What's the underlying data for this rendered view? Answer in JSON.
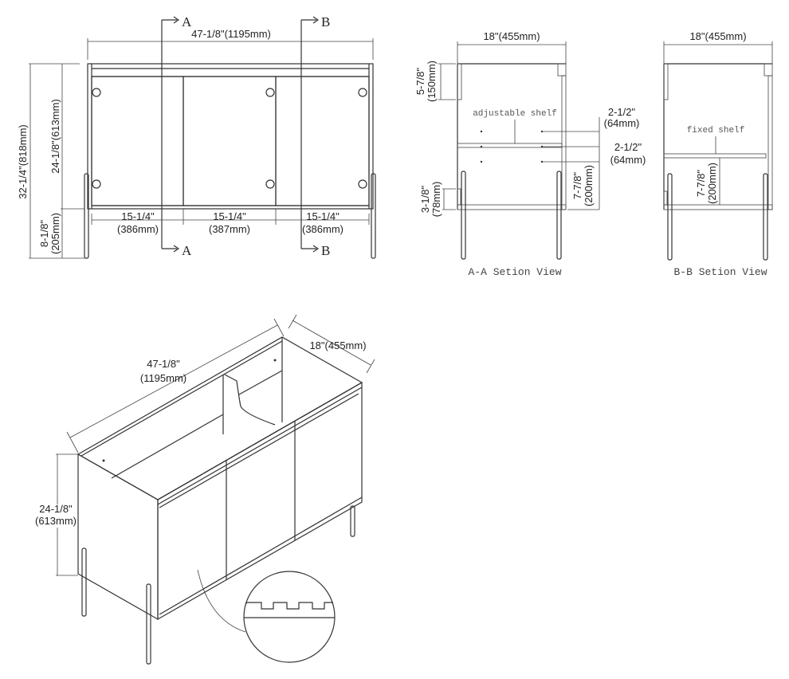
{
  "front_view": {
    "overall_width": "47-1/8\"(1195mm)",
    "overall_height": "32-1/4\"(818mm)",
    "cabinet_height": "24-1/8\"(613mm)",
    "leg_height_in": "8-1/8\"",
    "leg_height_mm": "(205mm)",
    "section_a": "A",
    "section_b": "B",
    "door_widths": [
      {
        "in": "15-1/4\"",
        "mm": "(386mm)"
      },
      {
        "in": "15-1/4\"",
        "mm": "(387mm)"
      },
      {
        "in": "15-1/4\"",
        "mm": "(386mm)"
      }
    ]
  },
  "section_a": {
    "depth": "18\"(455mm)",
    "top_rail_in": "5-7/8\"",
    "top_rail_mm": "(150mm)",
    "shelf_label": "adjustable shelf",
    "spacing1_in": "2-1/2\"",
    "spacing1_mm": "(64mm)",
    "spacing2_in": "2-1/2\"",
    "spacing2_mm": "(64mm)",
    "shelf_height_in": "7-7/8\"",
    "shelf_height_mm": "(200mm)",
    "leg_bracket_in": "3-1/8\"",
    "leg_bracket_mm": "(78mm)",
    "caption": "A-A Setion View"
  },
  "section_b": {
    "depth": "18\"(455mm)",
    "shelf_label": "fixed shelf",
    "shelf_height_in": "7-7/8\"",
    "shelf_height_mm": "(200mm)",
    "caption": "B-B Setion View"
  },
  "iso_view": {
    "width_in": "47-1/8\"",
    "width_mm": "(1195mm)",
    "depth": "18\"(455mm)",
    "height_in": "24-1/8\"",
    "height_mm": "(613mm)"
  }
}
